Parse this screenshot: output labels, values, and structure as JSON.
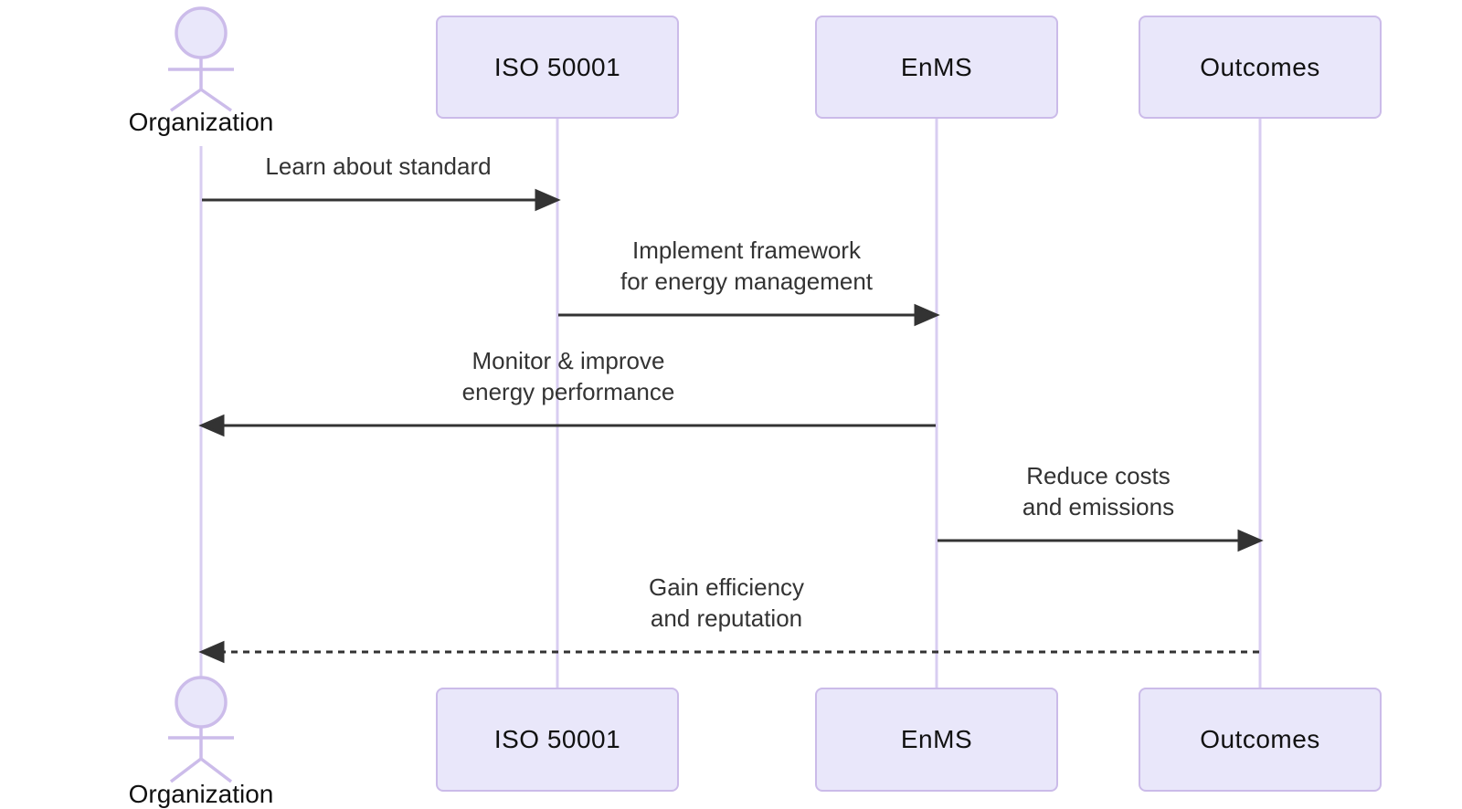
{
  "diagram": {
    "type": "sequence-diagram",
    "actor": {
      "label": "Organization"
    },
    "participants": [
      {
        "label": "ISO 50001"
      },
      {
        "label": "EnMS"
      },
      {
        "label": "Outcomes"
      }
    ],
    "messages": [
      {
        "from": "Organization",
        "to": "ISO 50001",
        "style": "solid",
        "lines": [
          "Learn about standard"
        ]
      },
      {
        "from": "ISO 50001",
        "to": "EnMS",
        "style": "solid",
        "lines": [
          "Implement framework",
          "for energy management"
        ]
      },
      {
        "from": "EnMS",
        "to": "Organization",
        "style": "solid",
        "lines": [
          "Monitor & improve",
          "energy performance"
        ]
      },
      {
        "from": "EnMS",
        "to": "Outcomes",
        "style": "solid",
        "lines": [
          "Reduce costs",
          "and emissions"
        ]
      },
      {
        "from": "Outcomes",
        "to": "Organization",
        "style": "dashed",
        "lines": [
          "Gain efficiency",
          "and reputation"
        ]
      }
    ],
    "colors": {
      "background": "#ffffff",
      "box_fill": "#E9E7FA",
      "box_border": "#CBBBE9",
      "lifeline": "#D8CDF1",
      "actor_stroke": "#CCBCEA",
      "arrow": "#333333",
      "message_text": "#333333",
      "label_text": "#111111"
    }
  }
}
